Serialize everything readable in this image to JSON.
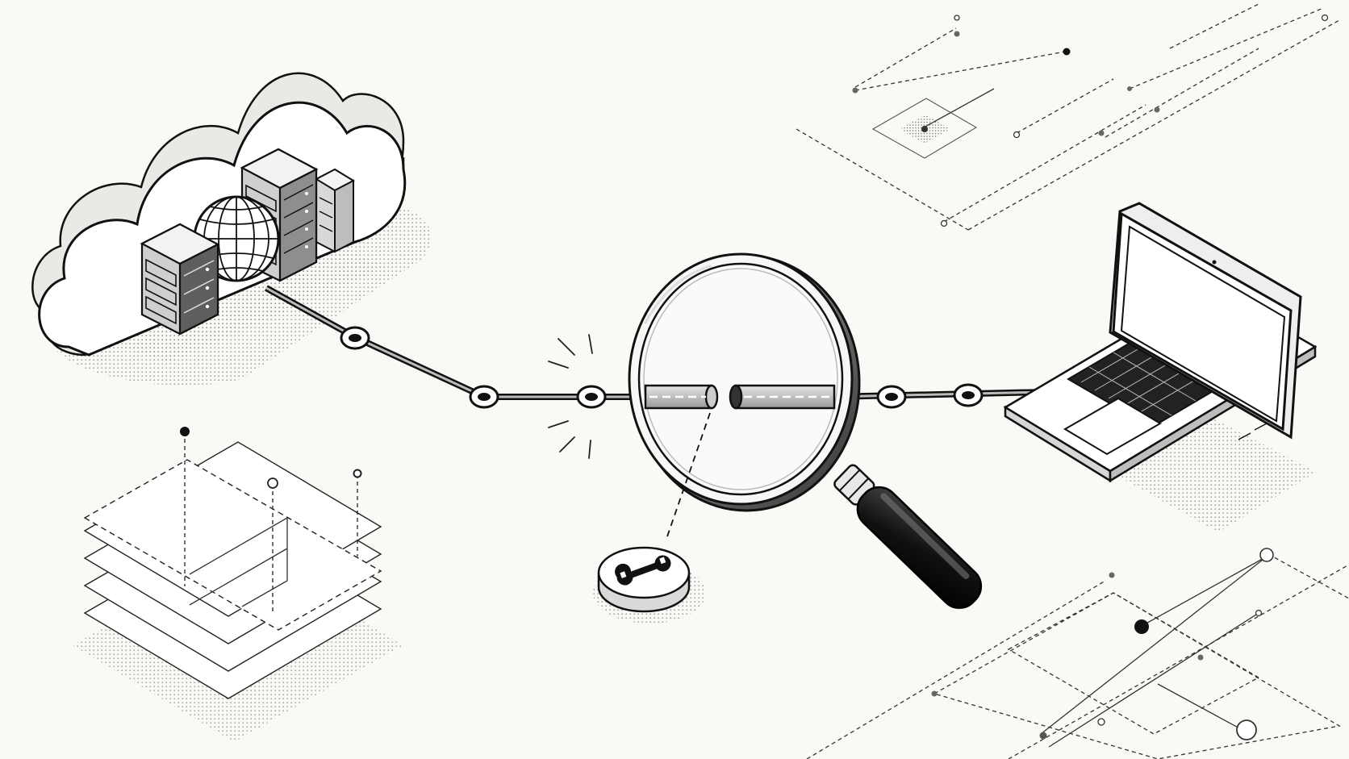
{
  "palette": {
    "background": "#faf9f5",
    "ink": "#111111",
    "paper": "#ffffff",
    "panel_gray": "#c9c9c9",
    "dark_gray": "#3a3a3a",
    "stipple": "#8a8a8a"
  },
  "icons": [
    "cloud-icon",
    "server-rack-icon",
    "globe-icon",
    "network-connection-icon",
    "magnifying-glass-icon",
    "broken-cable-icon",
    "wrench-icon",
    "laptop-icon",
    "stacked-layers-icon",
    "circuit-trace-icon"
  ],
  "diagram": {
    "nodes": [
      "cloud-server-cluster",
      "laptop-client"
    ],
    "connection_nodes": 5,
    "fault_indicator": "broken-link-under-magnifier",
    "repair_badge": "wrench-badge"
  }
}
